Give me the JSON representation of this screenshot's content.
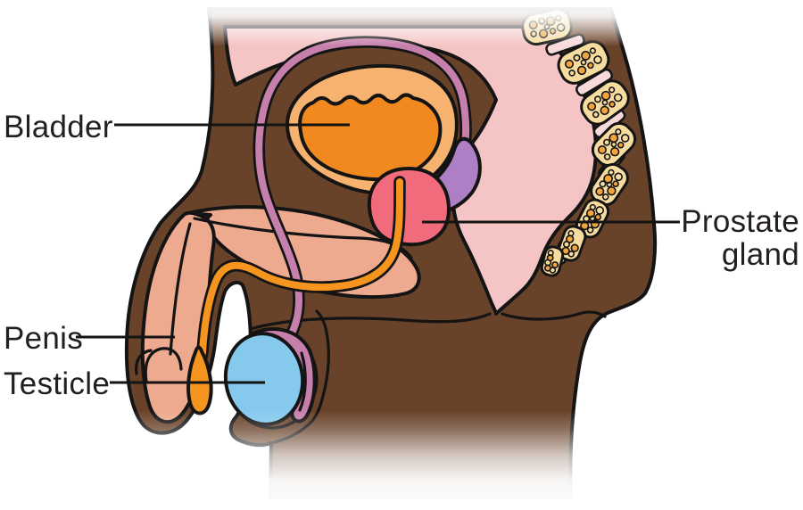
{
  "diagram": {
    "labels": {
      "bladder": "Bladder",
      "prostate_line1": "Prostate",
      "prostate_line2": "gland",
      "penis": "Penis",
      "testicle": "Testicle"
    },
    "colors": {
      "background": "#FFFFFF",
      "outline": "#141414",
      "body": "#69422A",
      "cavity_pink": "#F5C4C4",
      "bladder_wall": "#F6B26E",
      "bladder_fill": "#F0891F",
      "urethra": "#F5951F",
      "prostate": "#F26B7C",
      "seminal_vesicle": "#AE7FC4",
      "vas_deferens": "#C77FAC",
      "testicle": "#85C9ED",
      "penis_tissue": "#EDAA8E",
      "vertebra": "#F6DC9E",
      "disc": "#F7D9DA",
      "bone_dot": "#F2A43D",
      "label_text": "#231F20"
    }
  }
}
